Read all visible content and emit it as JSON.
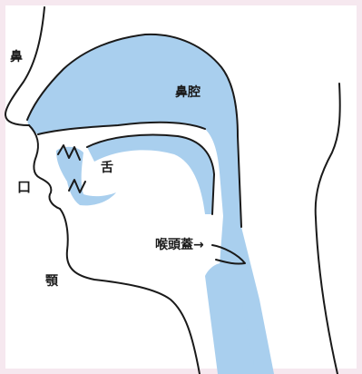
{
  "labels": {
    "nose": "鼻",
    "mouth": "口",
    "jaw": "顎",
    "nasal_cavity": "鼻腔",
    "tongue": "舌",
    "epiglottis": "喉頭蓋→"
  },
  "colors": {
    "frame": "#f6e8ef",
    "background": "#ffffff",
    "airway_fill": "#a9cfee",
    "outline": "#1a1a1a"
  }
}
